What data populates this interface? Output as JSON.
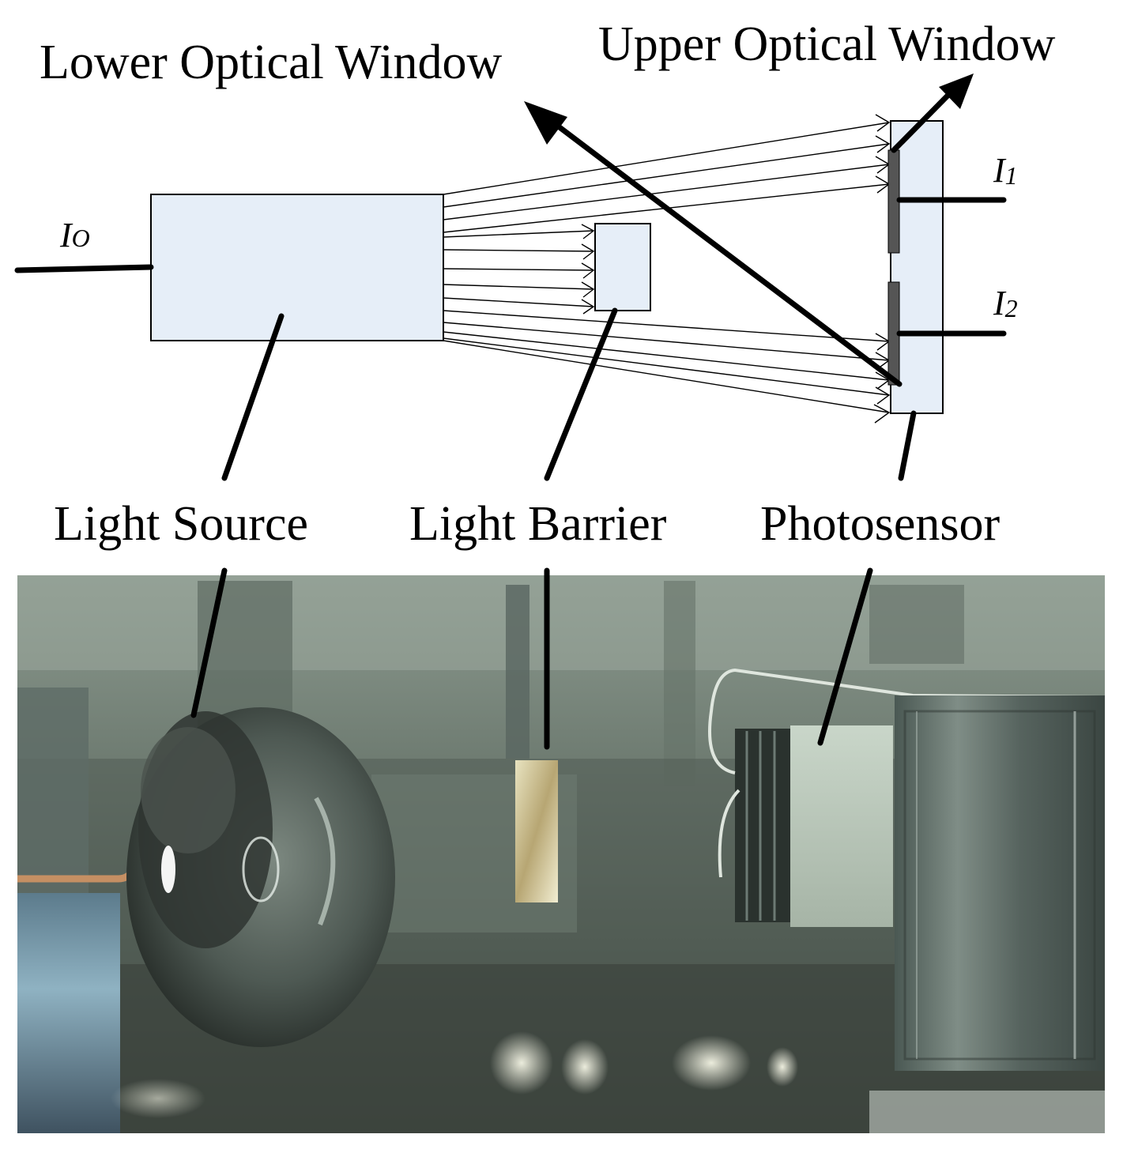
{
  "labels": {
    "lower_window": "Lower Optical Window",
    "upper_window": "Upper Optical Window",
    "light_source": "Light Source",
    "light_barrier": "Light Barrier",
    "photosensor": "Photosensor"
  },
  "currents": {
    "i0": {
      "base": "I",
      "sub": "O"
    },
    "i1": {
      "base": "I",
      "sub": "1"
    },
    "i2": {
      "base": "I",
      "sub": "2"
    }
  },
  "colors": {
    "component_fill": "#e6eef8",
    "window_fill": "#555555",
    "line": "#000000",
    "background": "#ffffff"
  }
}
